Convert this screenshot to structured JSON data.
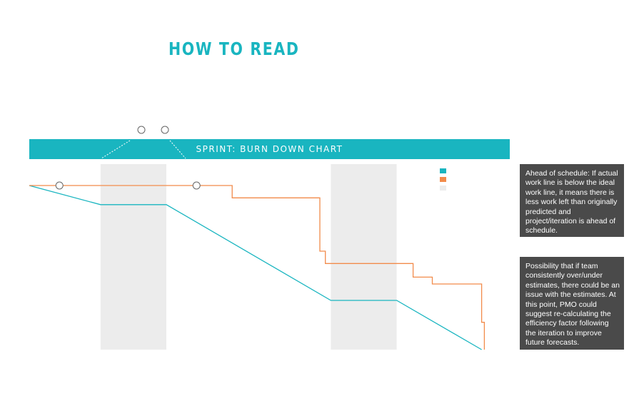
{
  "heading": "HOW TO READ",
  "colors": {
    "accent": "#19b5c0",
    "ideal_line": "#19b5c0",
    "actual_line": "#f28b4b",
    "shading": "#ececec",
    "note_background": "#4a4a4a"
  },
  "chart_data": {
    "type": "line",
    "title": "SPRINT: BURN DOWN CHART",
    "legend_placement": "top-right",
    "legend_entries": [
      {
        "color": "#19b5c0",
        "label": ""
      },
      {
        "color": "#f28b4b",
        "label": ""
      },
      {
        "color": "#ececec",
        "label": ""
      }
    ],
    "grid": false,
    "xlim": [
      0,
      17.5
    ],
    "ylim": [
      0,
      60
    ],
    "shaded_ranges": [
      [
        2.6,
        5.0
      ],
      [
        11.0,
        13.4
      ]
    ],
    "series": [
      {
        "color": "#19b5c0",
        "x": [
          0,
          2.6,
          5.0,
          11.0,
          13.4,
          16.5
        ],
        "y": [
          60,
          53,
          53,
          18,
          18,
          0
        ]
      },
      {
        "color": "#f28b4b",
        "step": true,
        "x": [
          0,
          7.4,
          7.4,
          10.6,
          10.6,
          10.8,
          10.8,
          14.0,
          14.0,
          14.7,
          14.7,
          16.5,
          16.5,
          16.6,
          16.6
        ],
        "y": [
          60,
          60,
          55.5,
          55.5,
          36,
          36,
          31.5,
          31.5,
          26.5,
          26.5,
          24,
          24,
          10,
          10,
          0
        ]
      }
    ],
    "markers": [
      {
        "series": 1,
        "x": 1.1,
        "y": 60
      },
      {
        "series": 1,
        "x": 6.1,
        "y": 60
      }
    ],
    "callout_markers": 2
  },
  "notes": [
    "Ahead of schedule: If actual work line is below the ideal work line, it means there is less work left than originally predicted and project/iteration is ahead of schedule.",
    "Possibility that if team consistently over/under estimates, there could be an issue with the estimates. At this point, PMO could suggest re-calculating the efficiency factor following the iteration to improve future forecasts."
  ]
}
